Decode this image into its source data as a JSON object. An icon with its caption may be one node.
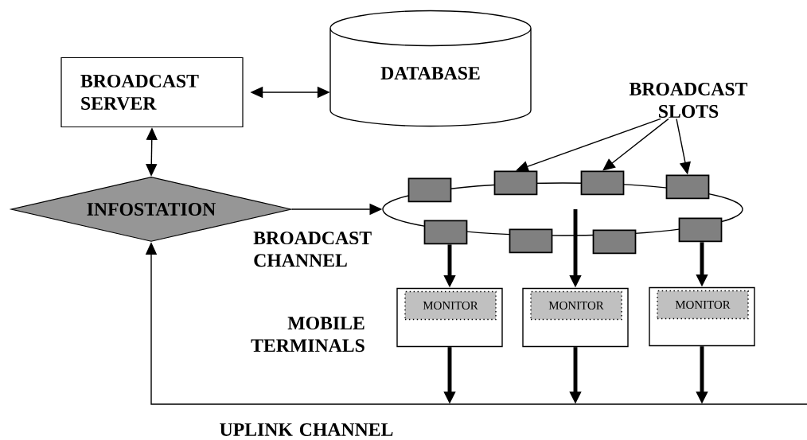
{
  "diagram": {
    "nodes": [
      {
        "text": [
          "BROADCAST SERVER"
        ]
      },
      {
        "text": [
          "DATABASE"
        ]
      },
      {
        "text": [
          "INFOSTATION"
        ]
      },
      {
        "text": [],
        "shape": "ellipse"
      },
      {
        "text": [],
        "shape": "box"
      },
      {
        "text": [],
        "shape": "box"
      },
      {
        "text": [],
        "shape": "box"
      },
      {
        "text": [],
        "shape": "box"
      },
      {
        "text": [],
        "shape": "box"
      },
      {
        "text": [],
        "shape": "box"
      },
      {
        "text": [],
        "shape": "box"
      },
      {
        "text": [],
        "shape": "box"
      },
      {
        "text": [
          "BROADCAST SLOTS"
        ]
      },
      {
        "text": [],
        "shape": "box"
      },
      {
        "text": [],
        "shape": "box"
      },
      {
        "text": [],
        "shape": "box"
      },
      {
        "text": [
          "MONITOR"
        ],
        "in": 13
      },
      {
        "text": [
          "MONITOR"
        ],
        "in": 14
      },
      {
        "text": [
          "MONITOR"
        ],
        "in": 15
      }
    ],
    "edges": [
      {
        "from": 0,
        "to": 1,
        "arrow": "both"
      },
      {
        "from": 0,
        "to": 2,
        "arrow": "both"
      },
      {
        "from": 2,
        "to": 3,
        "arrow": "to"
      },
      {
        "from": 12,
        "to": 5,
        "arrow": "to"
      },
      {
        "from": 12,
        "to": 6,
        "arrow": "to"
      },
      {
        "from": 12,
        "to": 7,
        "arrow": "to"
      },
      {
        "from": 8,
        "to": 13,
        "arrow": "to",
        "style": "thick"
      },
      {
        "from": 3,
        "to": 14,
        "arrow": "to",
        "style": "thick"
      },
      {
        "from": 11,
        "to": 15,
        "arrow": "to",
        "style": "thick"
      },
      {
        "from": 13,
        "to": null,
        "arrow": "to",
        "style": "thick"
      },
      {
        "from": 14,
        "to": null,
        "arrow": "to",
        "style": "thick"
      },
      {
        "from": 15,
        "to": null,
        "arrow": "to",
        "style": "thick"
      },
      {
        "from": null,
        "to": 2,
        "arrow": "to"
      }
    ],
    "labels": [
      "BROADCAST CHANNEL",
      "MOBILE TERMINALS",
      "UPLINK CHANNEL"
    ]
  }
}
